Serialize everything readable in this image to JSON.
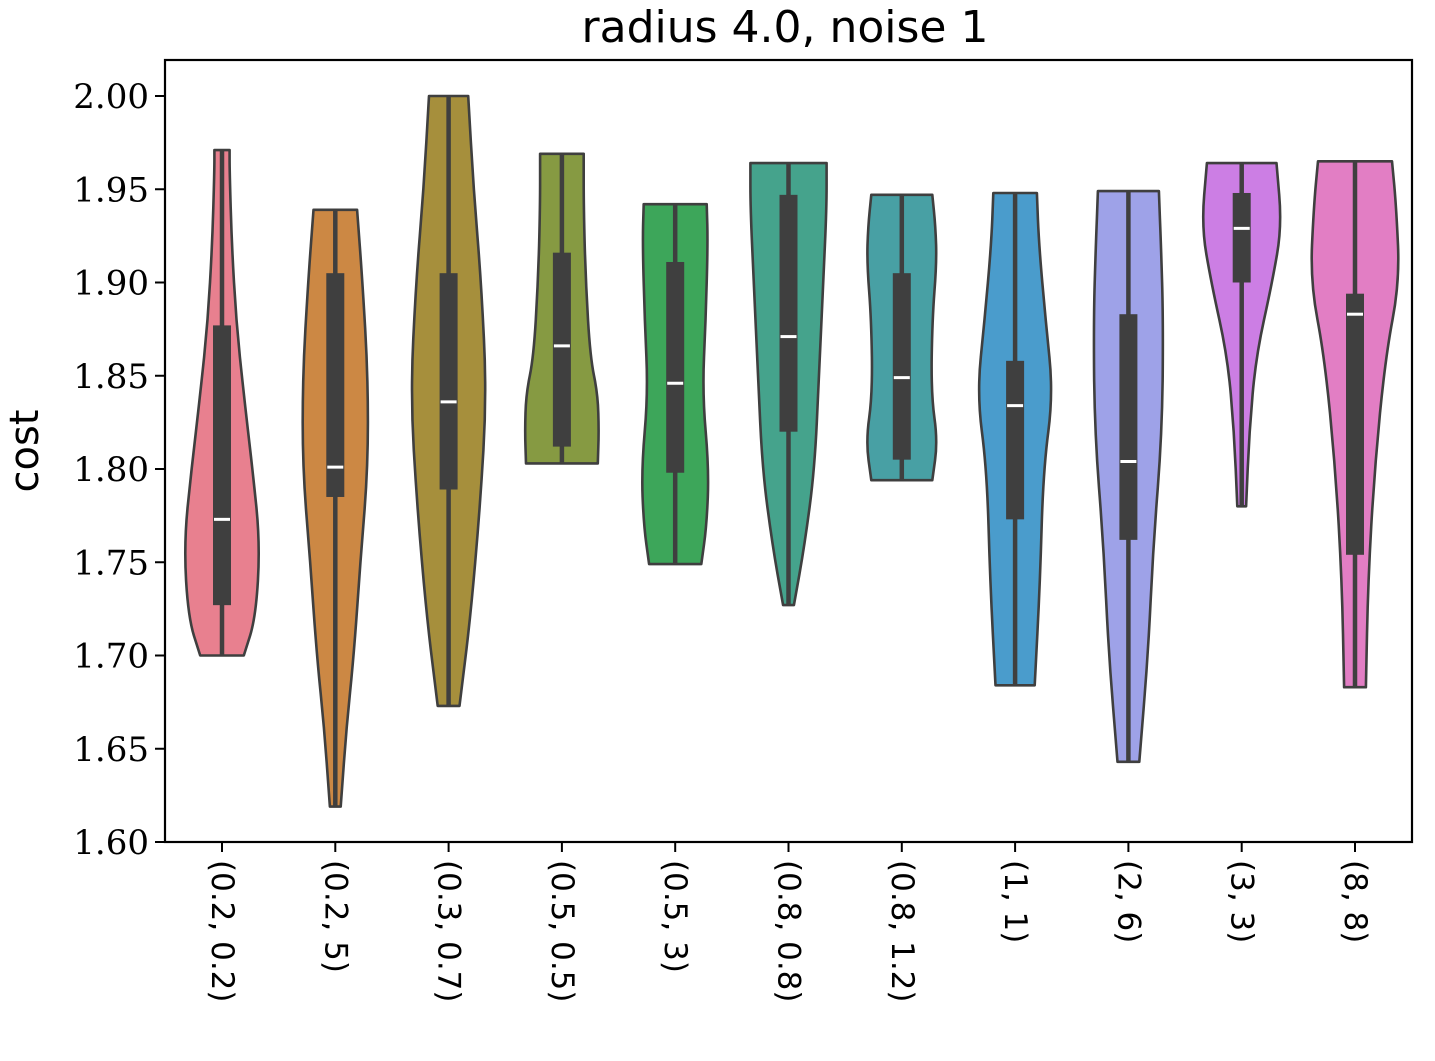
{
  "chart_data": {
    "type": "violin",
    "title": "radius 4.0, noise 1",
    "xlabel": "",
    "ylabel": "cost",
    "ylim": [
      1.6,
      2.0
    ],
    "yticks": [
      1.6,
      1.65,
      1.7,
      1.75,
      1.8,
      1.85,
      1.9,
      1.95,
      2.0
    ],
    "ytick_labels": [
      "1.60",
      "1.65",
      "1.70",
      "1.75",
      "1.80",
      "1.85",
      "1.90",
      "1.95",
      "2.00"
    ],
    "grid": false,
    "categories": [
      "(0.2, 0.2)",
      "(0.2, 5)",
      "(0.3, 0.7)",
      "(0.5, 0.5)",
      "(0.5, 3)",
      "(0.8, 0.8)",
      "(0.8, 1.2)",
      "(1, 1)",
      "(2, 6)",
      "(3, 3)",
      "(8, 8)"
    ],
    "series": [
      {
        "category": "(0.2, 0.2)",
        "color": "#e8808f",
        "min": 1.7,
        "q1": 1.727,
        "median": 1.773,
        "q3": 1.877,
        "max": 1.971,
        "profile": [
          [
            1.7,
            0.4
          ],
          [
            1.72,
            0.62
          ],
          [
            1.76,
            0.7
          ],
          [
            1.8,
            0.56
          ],
          [
            1.84,
            0.4
          ],
          [
            1.88,
            0.26
          ],
          [
            1.92,
            0.18
          ],
          [
            1.96,
            0.14
          ],
          [
            1.971,
            0.14
          ]
        ]
      },
      {
        "category": "(0.2, 5)",
        "color": "#cc8844",
        "min": 1.619,
        "q1": 1.785,
        "median": 1.801,
        "q3": 1.905,
        "max": 1.939,
        "profile": [
          [
            1.619,
            0.1
          ],
          [
            1.66,
            0.2
          ],
          [
            1.7,
            0.34
          ],
          [
            1.75,
            0.46
          ],
          [
            1.8,
            0.6
          ],
          [
            1.85,
            0.6
          ],
          [
            1.9,
            0.5
          ],
          [
            1.939,
            0.4
          ]
        ]
      },
      {
        "category": "(0.3, 0.7)",
        "color": "#a68f3c",
        "min": 1.673,
        "q1": 1.789,
        "median": 1.836,
        "q3": 1.905,
        "max": 2.0,
        "profile": [
          [
            1.673,
            0.2
          ],
          [
            1.72,
            0.4
          ],
          [
            1.78,
            0.58
          ],
          [
            1.84,
            0.7
          ],
          [
            1.9,
            0.6
          ],
          [
            1.95,
            0.46
          ],
          [
            2.0,
            0.36
          ]
        ]
      },
      {
        "category": "(0.5, 0.5)",
        "color": "#869a42",
        "min": 1.803,
        "q1": 1.812,
        "median": 1.866,
        "q3": 1.916,
        "max": 1.969,
        "profile": [
          [
            1.803,
            0.66
          ],
          [
            1.82,
            0.68
          ],
          [
            1.84,
            0.66
          ],
          [
            1.86,
            0.52
          ],
          [
            1.9,
            0.44
          ],
          [
            1.94,
            0.4
          ],
          [
            1.969,
            0.4
          ]
        ]
      },
      {
        "category": "(0.5, 3)",
        "color": "#3da65a",
        "min": 1.749,
        "q1": 1.798,
        "median": 1.846,
        "q3": 1.911,
        "max": 1.942,
        "profile": [
          [
            1.749,
            0.48
          ],
          [
            1.77,
            0.58
          ],
          [
            1.8,
            0.62
          ],
          [
            1.84,
            0.5
          ],
          [
            1.88,
            0.56
          ],
          [
            1.92,
            0.6
          ],
          [
            1.942,
            0.58
          ]
        ]
      },
      {
        "category": "(0.8, 0.8)",
        "color": "#45a38c",
        "min": 1.727,
        "q1": 1.82,
        "median": 1.871,
        "q3": 1.947,
        "max": 1.964,
        "profile": [
          [
            1.727,
            0.1
          ],
          [
            1.76,
            0.3
          ],
          [
            1.8,
            0.48
          ],
          [
            1.85,
            0.56
          ],
          [
            1.9,
            0.64
          ],
          [
            1.94,
            0.7
          ],
          [
            1.964,
            0.7
          ]
        ]
      },
      {
        "category": "(0.8, 1.2)",
        "color": "#48a0a4",
        "min": 1.794,
        "q1": 1.805,
        "median": 1.849,
        "q3": 1.905,
        "max": 1.947,
        "profile": [
          [
            1.794,
            0.56
          ],
          [
            1.815,
            0.66
          ],
          [
            1.84,
            0.54
          ],
          [
            1.88,
            0.56
          ],
          [
            1.91,
            0.64
          ],
          [
            1.93,
            0.62
          ],
          [
            1.947,
            0.56
          ]
        ]
      },
      {
        "category": "(1, 1)",
        "color": "#4a9ccc",
        "min": 1.684,
        "q1": 1.773,
        "median": 1.834,
        "q3": 1.858,
        "max": 1.948,
        "profile": [
          [
            1.684,
            0.36
          ],
          [
            1.74,
            0.46
          ],
          [
            1.8,
            0.52
          ],
          [
            1.84,
            0.7
          ],
          [
            1.88,
            0.56
          ],
          [
            1.92,
            0.44
          ],
          [
            1.948,
            0.4
          ]
        ]
      },
      {
        "category": "(2, 6)",
        "color": "#9ea2e8",
        "min": 1.643,
        "q1": 1.762,
        "median": 1.804,
        "q3": 1.883,
        "max": 1.949,
        "profile": [
          [
            1.643,
            0.2
          ],
          [
            1.7,
            0.36
          ],
          [
            1.76,
            0.46
          ],
          [
            1.82,
            0.62
          ],
          [
            1.88,
            0.64
          ],
          [
            1.92,
            0.6
          ],
          [
            1.949,
            0.56
          ]
        ]
      },
      {
        "category": "(3, 3)",
        "color": "#cc7ee4",
        "min": 1.78,
        "q1": 1.9,
        "median": 1.929,
        "q3": 1.948,
        "max": 1.964,
        "profile": [
          [
            1.78,
            0.08
          ],
          [
            1.82,
            0.14
          ],
          [
            1.86,
            0.26
          ],
          [
            1.9,
            0.56
          ],
          [
            1.93,
            0.74
          ],
          [
            1.964,
            0.64
          ]
        ]
      },
      {
        "category": "(8, 8)",
        "color": "#e27ec4",
        "min": 1.683,
        "q1": 1.754,
        "median": 1.883,
        "q3": 1.894,
        "max": 1.965,
        "profile": [
          [
            1.683,
            0.2
          ],
          [
            1.74,
            0.24
          ],
          [
            1.8,
            0.36
          ],
          [
            1.86,
            0.56
          ],
          [
            1.9,
            0.82
          ],
          [
            1.94,
            0.76
          ],
          [
            1.965,
            0.68
          ]
        ]
      }
    ]
  }
}
